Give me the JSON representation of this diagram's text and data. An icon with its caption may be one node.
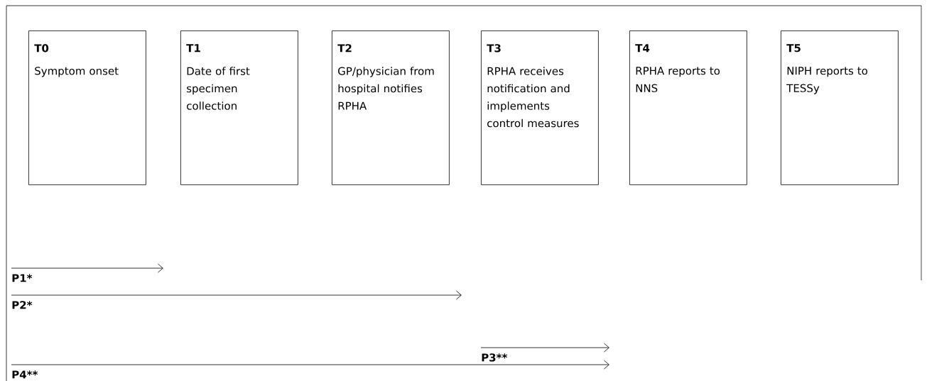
{
  "diagram": {
    "nodes": [
      {
        "text": [
          "T0",
          "Symptom onset"
        ]
      },
      {
        "text": [
          "T1",
          "Date of first specimen collection"
        ]
      },
      {
        "text": [
          "T2",
          "GP/physician from hospital notifies RPHA"
        ]
      },
      {
        "text": [
          "T3",
          "RPHA receives notification and implements control measures"
        ]
      },
      {
        "text": [
          "T4",
          "RPHA reports to NNS"
        ]
      },
      {
        "text": [
          "T5",
          "NIPH reports to TESSy"
        ]
      }
    ],
    "labels": [
      "P1*",
      "P2*",
      "P3**",
      "P4**"
    ]
  }
}
